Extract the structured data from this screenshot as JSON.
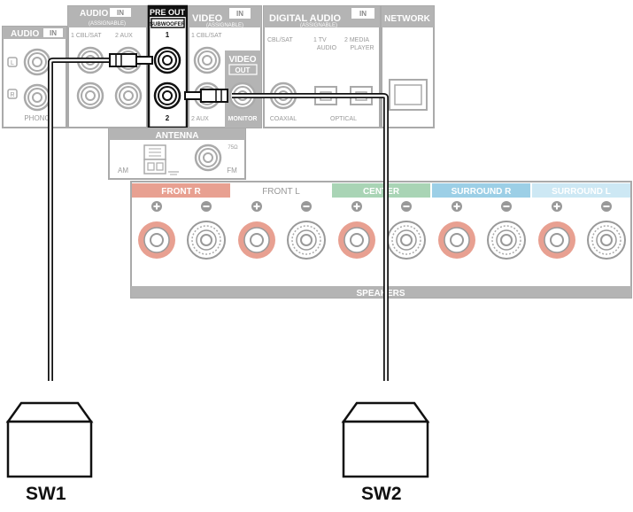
{
  "panel": {
    "audio_in_left": {
      "title": "AUDIO",
      "badge": "IN",
      "sub_l": "L",
      "sub_r": "R",
      "phono": "PHONO"
    },
    "audio_in": {
      "title": "AUDIO",
      "badge": "IN",
      "assignable": "(ASSIGNABLE)",
      "cbl": "1 CBL/SAT",
      "aux": "2 AUX"
    },
    "pre_out": {
      "title": "PRE OUT",
      "sub": "SUBWOOFER",
      "n1": "1",
      "n2": "2"
    },
    "video_in": {
      "title": "VIDEO",
      "badge": "IN",
      "assignable": "(ASSIGNABLE)",
      "cbl": "1 CBL/SAT",
      "aux": "2 AUX"
    },
    "video_out": {
      "title": "VIDEO",
      "badge": "OUT",
      "monitor": "MONITOR"
    },
    "digital_audio": {
      "title": "DIGITAL AUDIO",
      "badge": "IN",
      "assignable": "(ASSIGNABLE)",
      "cbl": "CBL/SAT",
      "tv_num": "1  TV",
      "tv_sub": "AUDIO",
      "media_num": "2  MEDIA",
      "media_sub": "PLAYER",
      "coaxial": "COAXIAL",
      "optical": "OPTICAL"
    },
    "network": {
      "title": "NETWORK"
    },
    "antenna": {
      "title": "ANTENNA",
      "am": "AM",
      "fm": "FM",
      "ohm": "75Ω"
    },
    "speakers": {
      "label": "SPEAKERS",
      "groups": [
        {
          "name": "FRONT",
          "side": "R",
          "color": "#e8a091"
        },
        {
          "name": "FRONT",
          "side": "L",
          "color": "#ffffff"
        },
        {
          "name": "CENTER",
          "side": "",
          "color": "#a9d4b5"
        },
        {
          "name": "SURROUND",
          "side": "R",
          "color": "#9ccfe6"
        },
        {
          "name": "SURROUND",
          "side": "L",
          "color": "#cde8f4"
        }
      ]
    }
  },
  "subwoofers": [
    {
      "label": "SW1"
    },
    {
      "label": "SW2"
    }
  ],
  "colors": {
    "panel_line": "#aaaaaa",
    "panel_label_bg": "#b4b4b4",
    "cable": "#111111",
    "terminal_red": "#e8a091"
  }
}
